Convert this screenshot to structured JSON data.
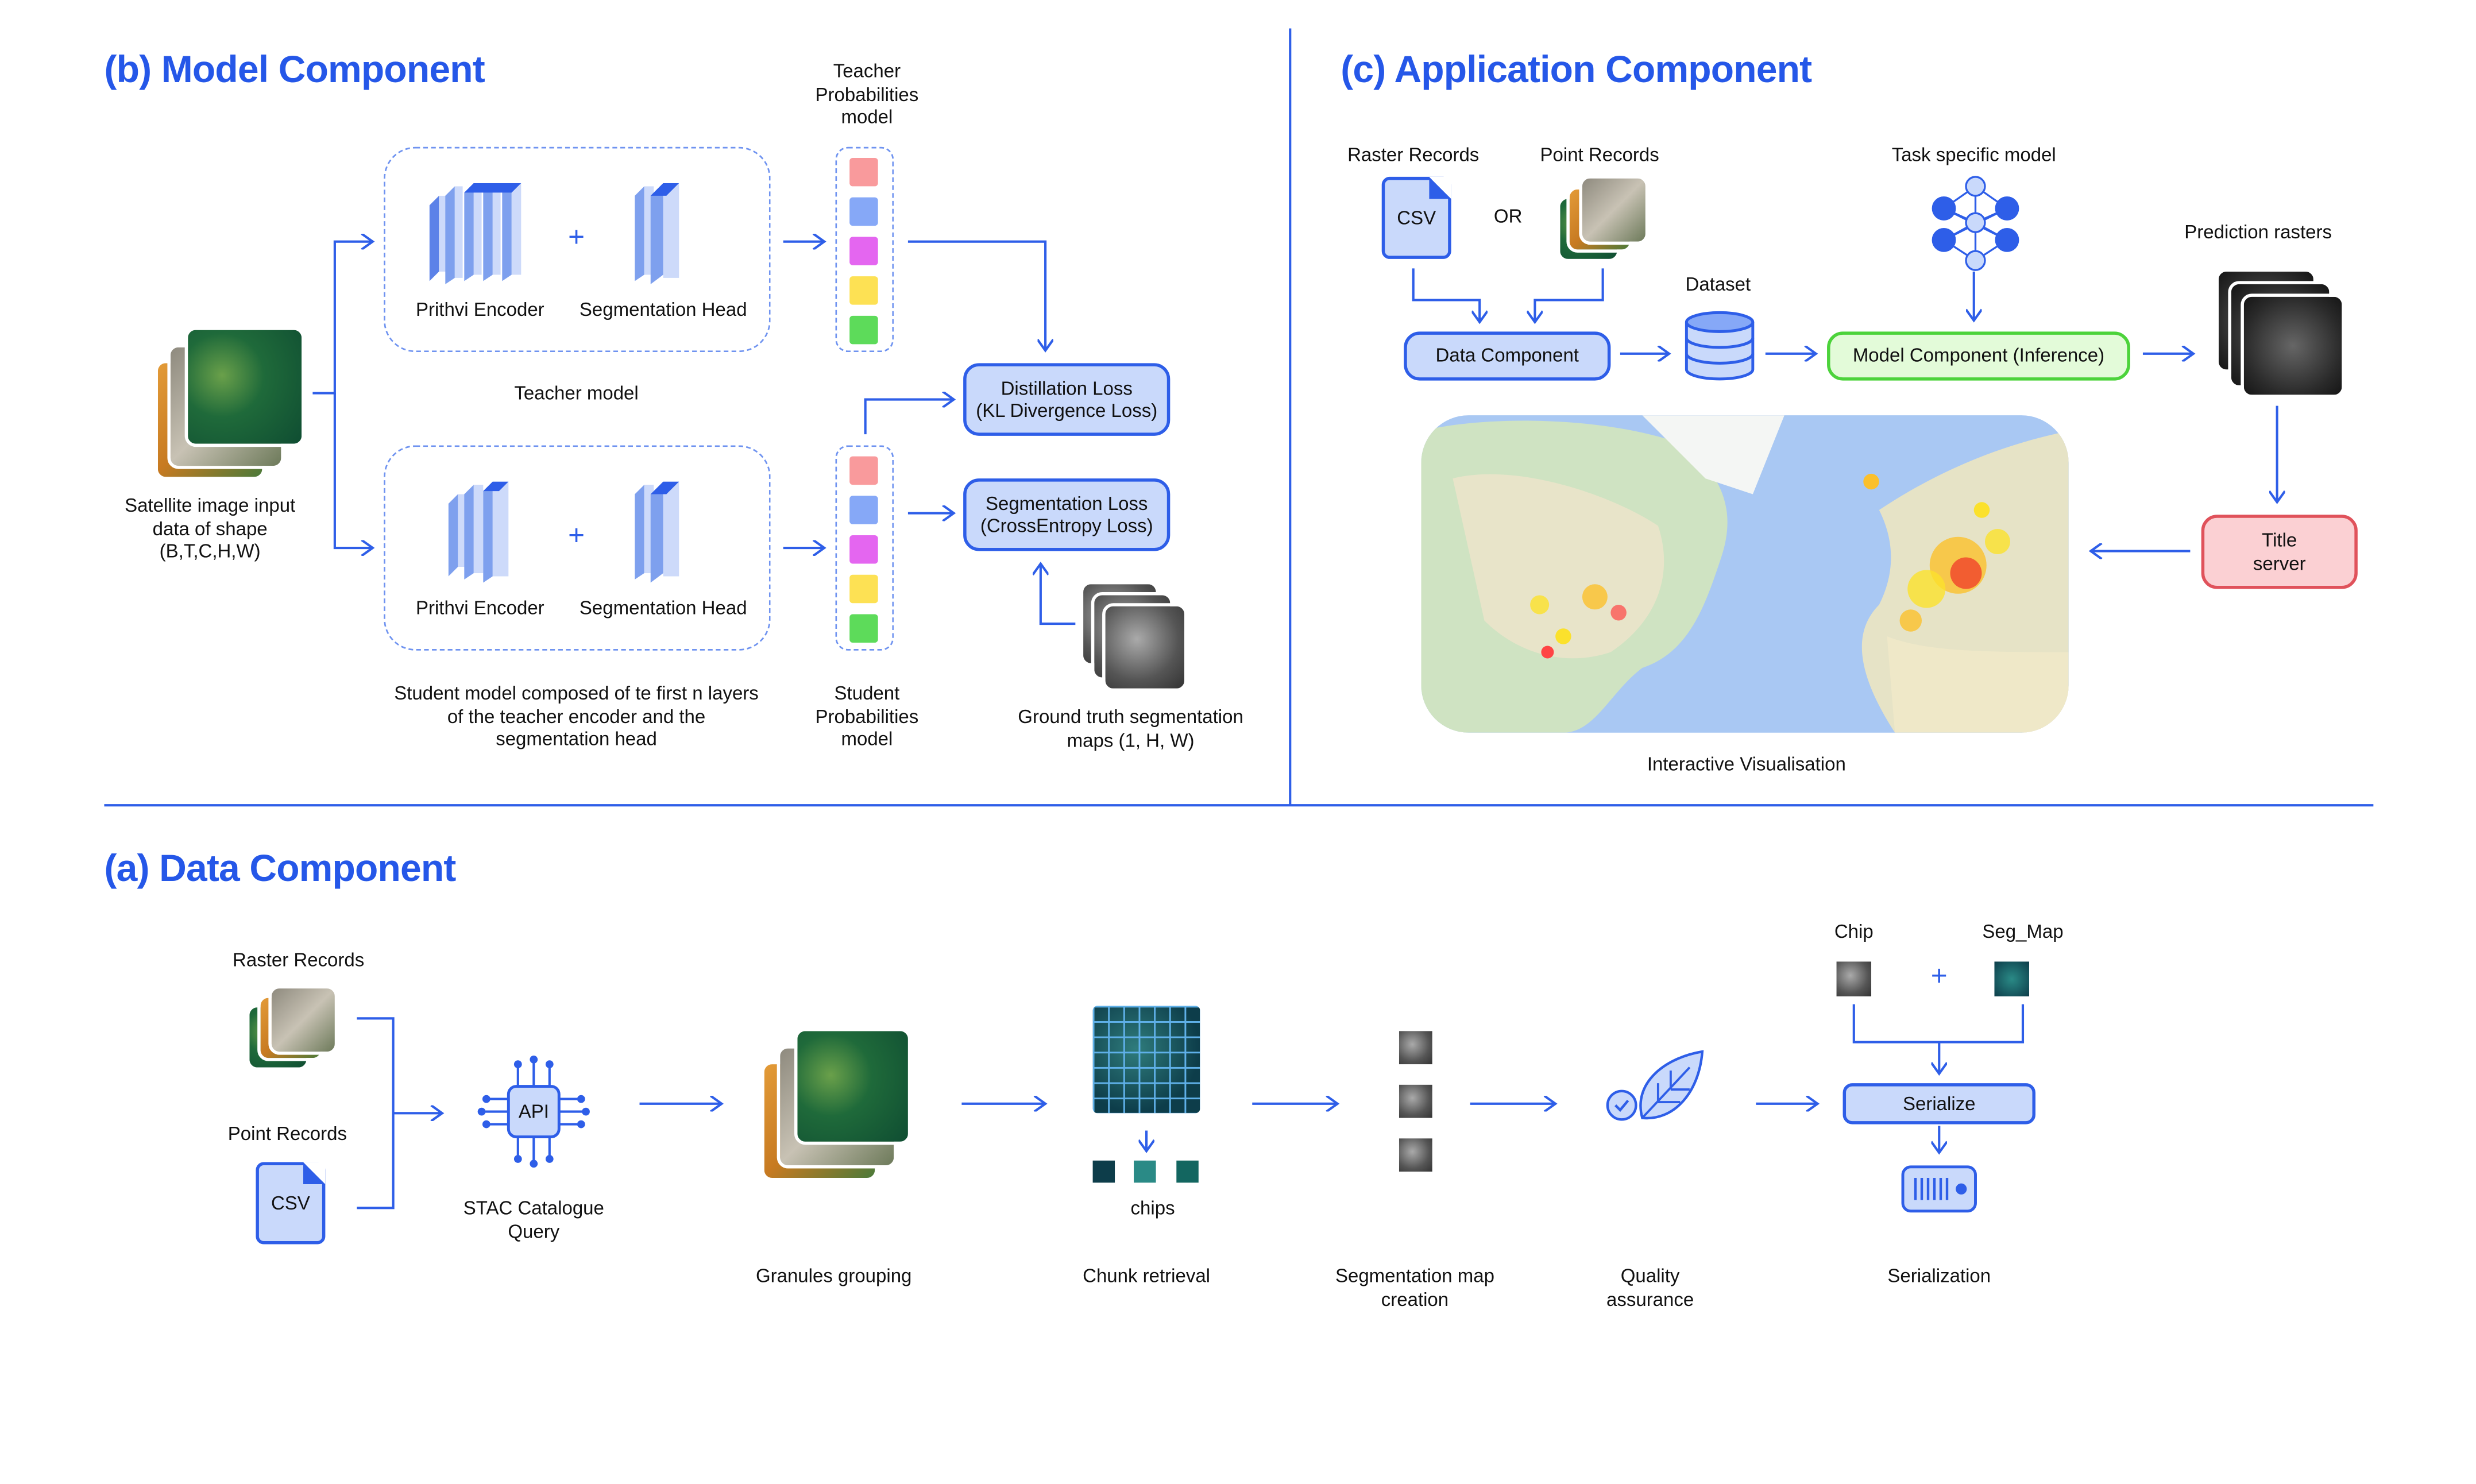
{
  "model_component": {
    "title": "(b) Model Component",
    "teacher_probs_label": "Teacher\nProbabilities\nmodel",
    "teacher_encoder_label": "Prithvi Encoder",
    "teacher_head_label": "Segmentation Head",
    "teacher_model_label": "Teacher model",
    "input_label": "Satellite image input\ndata of shape\n(B,T,C,H,W)",
    "student_encoder_label": "Prithvi Encoder",
    "student_head_label": "Segmentation Head",
    "student_model_label": "Student model composed of te first n layers\nof the teacher encoder and the\nsegmentation head",
    "student_probs_label": "Student\nProbabilities\nmodel",
    "distillation_loss": "Distillation Loss\n(KL Divergence Loss)",
    "segmentation_loss": "Segmentation Loss\n(CrossEntropy Loss)",
    "ground_truth_label": "Ground truth segmentation\nmaps (1, H, W)",
    "plus": "+",
    "prob_colors": [
      "#F99A9C",
      "#86A8F7",
      "#E466F0",
      "#FDE154",
      "#5DDB5A"
    ]
  },
  "application_component": {
    "title": "(c) Application Component",
    "raster_records_label": "Raster Records",
    "csv_label": "CSV",
    "or_label": "OR",
    "point_records_label": "Point Records",
    "task_model_label": "Task specific model",
    "dataset_label": "Dataset",
    "data_component_button": "Data Component",
    "model_component_button": "Model Component (Inference)",
    "prediction_rasters_label": "Prediction rasters",
    "title_server": "Title\nserver",
    "map_label": "Interactive Visualisation"
  },
  "data_component": {
    "title": "(a) Data Component",
    "raster_records_label": "Raster Records",
    "point_records_label": "Point Records",
    "csv_label": "CSV",
    "api_label": "API",
    "stac_label": "STAC Catalogue\nQuery",
    "granules_label": "Granules grouping",
    "chips_label": "chips",
    "chunk_label": "Chunk retrieval",
    "segmap_label": "Segmentation map\ncreation",
    "qa_label": "Quality\nassurance",
    "chip_label": "Chip",
    "segmap_small_label": "Seg_Map",
    "plus": "+",
    "serialize_button": "Serialize",
    "serialization_label": "Serialization"
  },
  "colors": {
    "accent": "#2557E8",
    "box_fill": "#C9D9FB",
    "green_fill": "#E3FBD9",
    "green_border": "#4CD33B",
    "red_fill": "#FBD0D3",
    "red_border": "#E0525B"
  }
}
